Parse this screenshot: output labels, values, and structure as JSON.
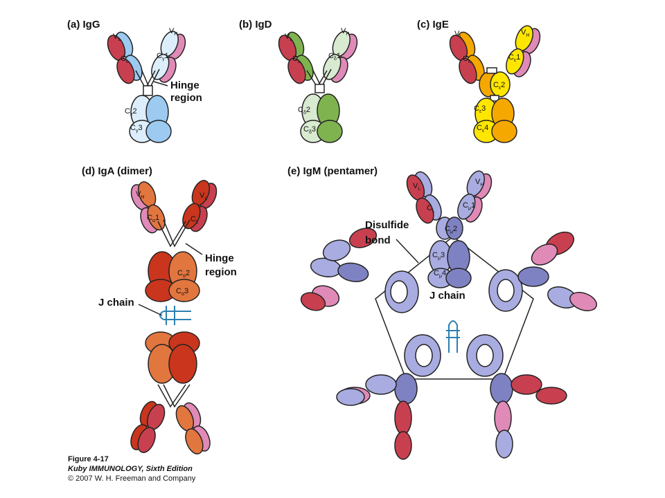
{
  "colors": {
    "red": "#c8404f",
    "pink": "#e08ab8",
    "igg": "#9ccaf0",
    "igg_light": "#dceefc",
    "igd": "#7fb34f",
    "igd_light": "#d8ead0",
    "ige": "#f5a800",
    "ige_light": "#ffe600",
    "iga": "#e2763f",
    "iga_dark": "#c9361d",
    "igm": "#a9ace0",
    "igm_dark": "#7f82c2",
    "jchain": "#2a7fb0"
  },
  "panels": {
    "igg": {
      "title": "(a) IgG",
      "vl": "V",
      "vl_sub": "L",
      "cl": "C",
      "cl_sub": "L",
      "vh": "V",
      "vh_sub": "H",
      "c1": "C",
      "c1_sub": "γ",
      "c1_num": "1",
      "c2": "C",
      "c2_sub": "γ",
      "c2_num": "2",
      "c3": "C",
      "c3_sub": "γ",
      "c3_num": "3",
      "hinge": [
        "Hinge",
        "region"
      ]
    },
    "igd": {
      "title": "(b) IgD",
      "vl": "V",
      "vl_sub": "L",
      "cl": "C",
      "cl_sub": "L",
      "vh": "V",
      "vh_sub": "H",
      "c1": "C",
      "c1_sub": "δ",
      "c1_num": "1",
      "c2": "C",
      "c2_sub": "δ",
      "c2_num": "2",
      "c3": "C",
      "c3_sub": "δ",
      "c3_num": "3"
    },
    "ige": {
      "title": "(c) IgE",
      "vl": "V",
      "vl_sub": "L",
      "cl": "C",
      "cl_sub": "L",
      "vh": "V",
      "vh_sub": "H",
      "c1": "C",
      "c1_sub": "ε",
      "c1_num": "1",
      "c2": "C",
      "c2_sub": "ε",
      "c2_num": "2",
      "c3": "C",
      "c3_sub": "ε",
      "c3_num": "3",
      "c4": "C",
      "c4_sub": "ε",
      "c4_num": "4"
    },
    "iga": {
      "title": "(d) IgA (dimer)",
      "vh": "V",
      "vh_sub": "H",
      "vl": "V",
      "vl_sub": "L",
      "cl": "C",
      "cl_sub": "L",
      "c1": "C",
      "c1_sub": "α",
      "c1_num": "1",
      "c2": "C",
      "c2_sub": "α",
      "c2_num": "2",
      "c3": "C",
      "c3_sub": "α",
      "c3_num": "3",
      "hinge": [
        "Hinge",
        "region"
      ],
      "jchain": "J chain"
    },
    "igm": {
      "title": "(e) IgM (pentamer)",
      "vl": "V",
      "vl_sub": "L",
      "cl": "C",
      "cl_sub": "L",
      "vh": "V",
      "vh_sub": "H",
      "c1": "C",
      "c1_sub": "μ",
      "c1_num": "1",
      "c2": "C",
      "c2_sub": "μ",
      "c2_num": "2",
      "c3": "C",
      "c3_sub": "μ",
      "c3_num": "3",
      "c4": "C",
      "c4_sub": "μ",
      "c4_num": "4",
      "disulfide": [
        "Disulfide",
        "bond"
      ],
      "jchain": "J chain"
    }
  },
  "caption": {
    "figure": "Figure 4-17",
    "book": "Kuby IMMUNOLOGY, Sixth Edition",
    "copyright": "© 2007 W. H. Freeman and Company"
  }
}
